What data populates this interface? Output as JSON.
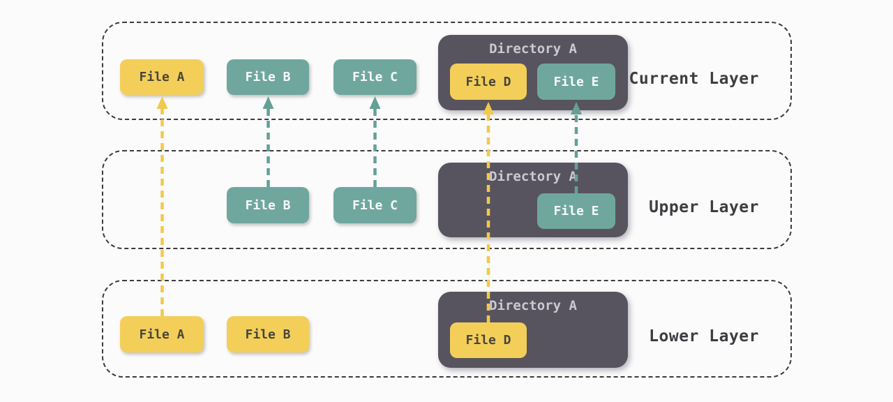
{
  "colors": {
    "bg": "#FBFBFC",
    "layer_border": "#3B3B3B",
    "yellow": "#F3CF5A",
    "teal": "#6FA79F",
    "dark": "#58545F",
    "arrow_yellow": "#F2C94C",
    "arrow_teal": "#64A096",
    "text_on_yellow": "#49453C",
    "text_on_teal": "#F7FAF9",
    "dir_title": "#CBC9D2",
    "layer_label": "#3E3D41"
  },
  "layers": [
    {
      "label": "Current Layer",
      "file_a": "File A",
      "file_b": "File B",
      "file_c": "File C",
      "directory": {
        "title": "Directory A",
        "file_d": "File D",
        "file_e": "File E"
      }
    },
    {
      "label": "Upper Layer",
      "file_b": "File B",
      "file_c": "File C",
      "directory": {
        "title": "Directory A",
        "file_e": "File E"
      }
    },
    {
      "label": "Lower Layer",
      "file_a": "File A",
      "file_b": "File B",
      "directory": {
        "title": "Directory A",
        "file_d": "File D"
      }
    }
  ],
  "arrows": [
    {
      "name": "file-a-lower-to-current",
      "color": "yellow"
    },
    {
      "name": "file-b-upper-to-current",
      "color": "teal"
    },
    {
      "name": "file-c-upper-to-current",
      "color": "teal"
    },
    {
      "name": "file-d-lower-to-current",
      "color": "yellow"
    },
    {
      "name": "file-e-upper-to-current",
      "color": "teal"
    }
  ]
}
